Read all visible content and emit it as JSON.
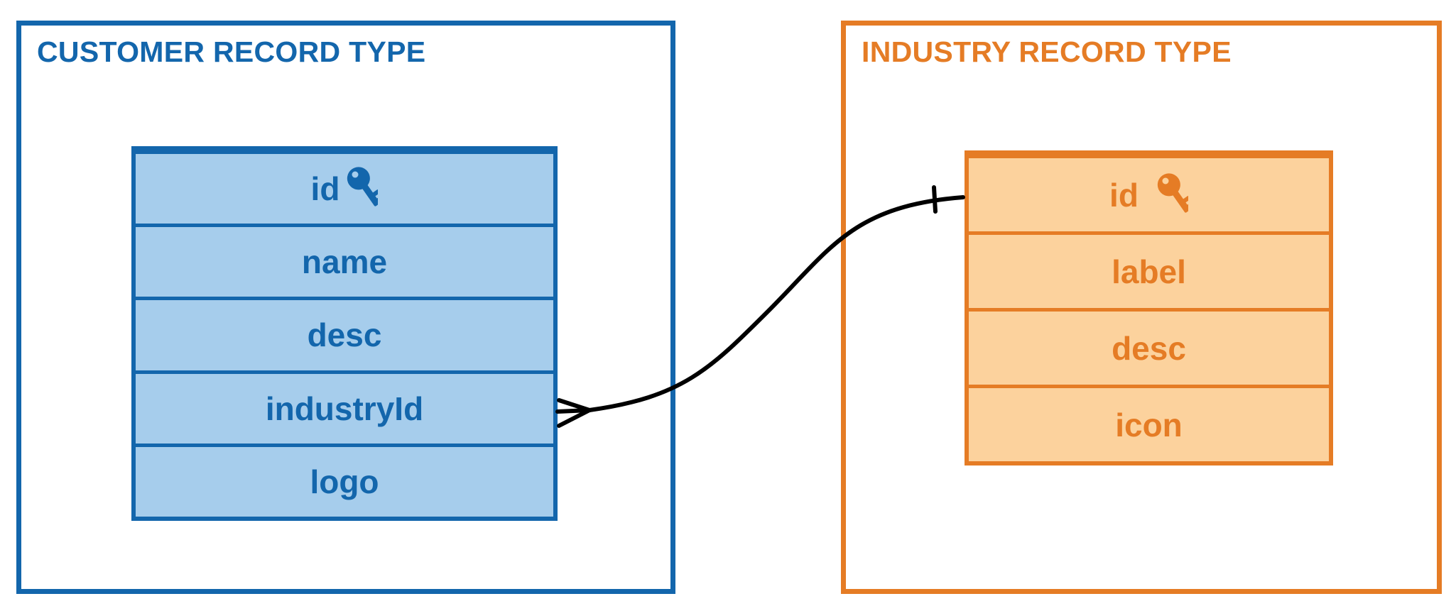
{
  "customer": {
    "title": "CUSTOMER RECORD TYPE",
    "color": "#1366ac",
    "fill": "#a6cdec",
    "fields": [
      "id",
      "name",
      "desc",
      "industryId",
      "logo"
    ]
  },
  "industry": {
    "title": "INDUSTRY RECORD TYPE",
    "color": "#e57c25",
    "fill": "#fcd29d",
    "fields": [
      "id",
      "label",
      "desc",
      "icon"
    ]
  },
  "icons": {
    "primary_key": "key-icon"
  },
  "relationship": {
    "from": "customer.industryId",
    "to": "industry.id",
    "from_end": "many",
    "to_end": "one"
  }
}
